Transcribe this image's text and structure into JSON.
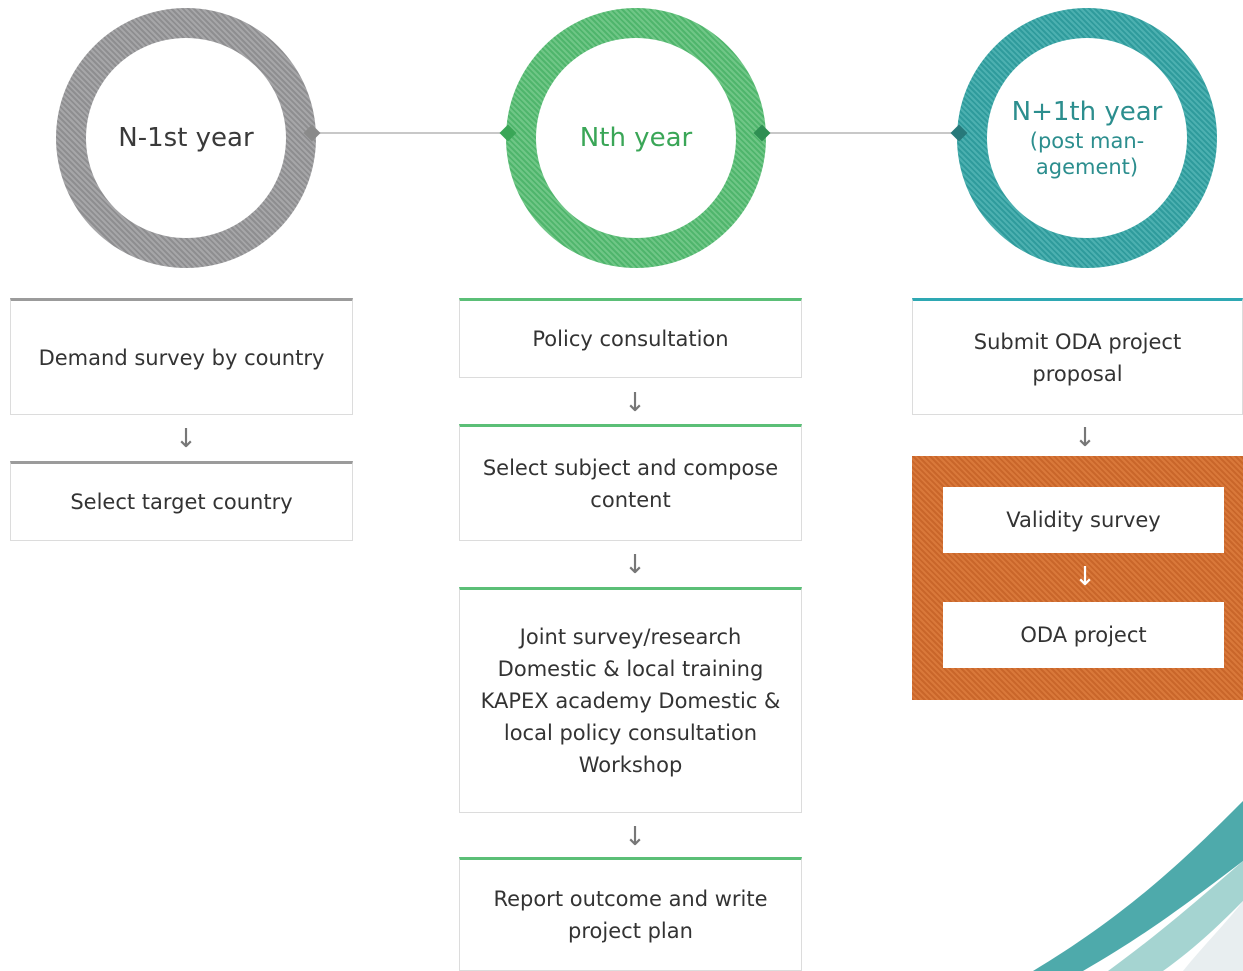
{
  "stages": [
    {
      "title": "N-1st year",
      "subtitle": "",
      "color": "#999999"
    },
    {
      "title": "Nth year",
      "subtitle": "",
      "color": "#4fb56c"
    },
    {
      "title": "N+1th year",
      "subtitle": "(post man-\nagement)",
      "color": "#2f9b9c"
    }
  ],
  "column1": {
    "steps": [
      "Demand survey by country",
      "Select target country"
    ]
  },
  "column2": {
    "steps": [
      "Policy consultation",
      "Select subject and compose content",
      "Joint survey/research Domestic & local training KAPEX academy Domestic & local policy consultation Workshop",
      "Report outcome and write project plan"
    ]
  },
  "column3": {
    "steps": [
      "Submit ODA project proposal"
    ],
    "panel_steps": [
      "Validity survey",
      "ODA project"
    ]
  },
  "arrow_symbol": "↓"
}
